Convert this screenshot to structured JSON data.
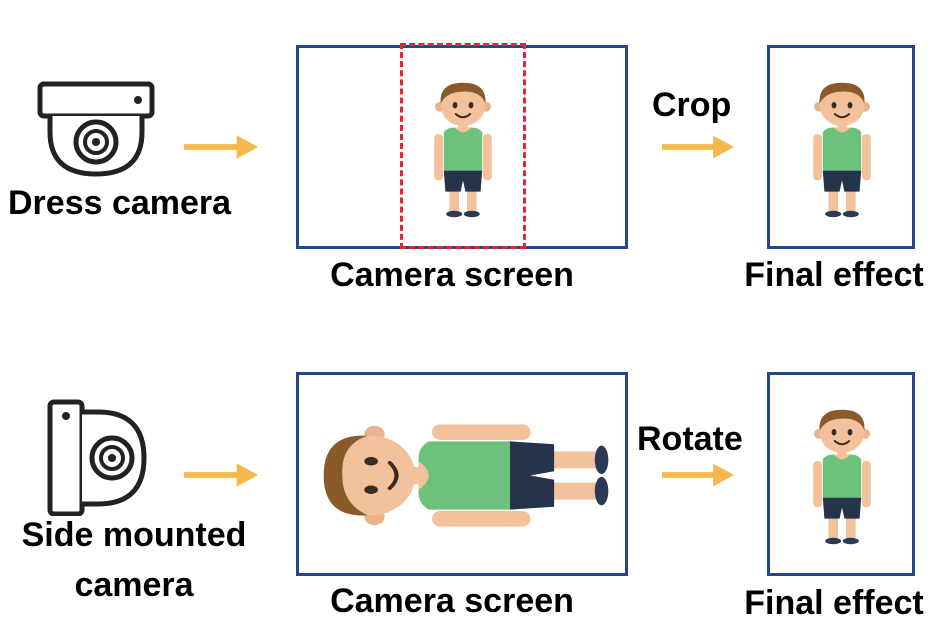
{
  "colors": {
    "frame": "#24448c",
    "crop_dash": "#e8242c",
    "arrow": "#f7b84b",
    "skin": "#f3c29c",
    "hair": "#8a5a2b",
    "shirt": "#6cc27a",
    "shorts": "#25344a",
    "device_stroke": "#222222"
  },
  "row1": {
    "device_label": "Dress camera",
    "device_icon": "dome-camera-icon",
    "screen_label": "Camera screen",
    "action_label": "Crop",
    "result_label": "Final effect"
  },
  "row2": {
    "device_label_line1": "Side mounted",
    "device_label_line2": "camera",
    "device_icon": "side-mounted-camera-icon",
    "screen_label": "Camera screen",
    "action_label": "Rotate",
    "result_label": "Final effect"
  }
}
